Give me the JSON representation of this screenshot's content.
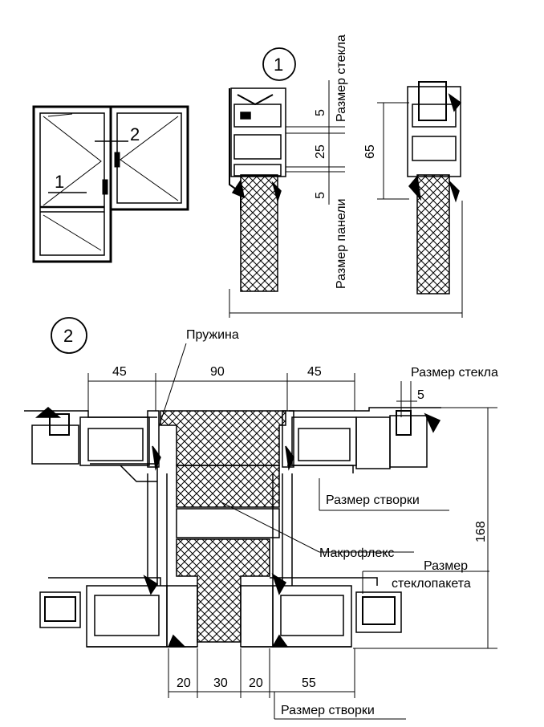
{
  "section1": {
    "marker": "1",
    "glass_size": "Размер стекла",
    "panel_size": "Размер панели",
    "dims": {
      "top": "5",
      "middle": "25",
      "bottom": "5",
      "overall": "65"
    }
  },
  "section2": {
    "marker": "2",
    "spring": "Пружина",
    "glass_size": "Размер стекла",
    "sash_size": "Размер створки",
    "sash_size_bottom": "Размер створки",
    "macroflex": "Макрофлекс",
    "glazing_unit_size_1": "Размер",
    "glazing_unit_size_2": "стеклопакета",
    "top_dims": {
      "left": "45",
      "center": "90",
      "right": "45",
      "glass_offset": "5"
    },
    "height": "168",
    "bottom_dims": {
      "d1": "20",
      "d2": "30",
      "d3": "20",
      "d4": "55"
    }
  },
  "elevation": {
    "marker1": "1",
    "marker2": "2"
  },
  "colors": {
    "ink": "#000000",
    "paper": "#ffffff"
  }
}
